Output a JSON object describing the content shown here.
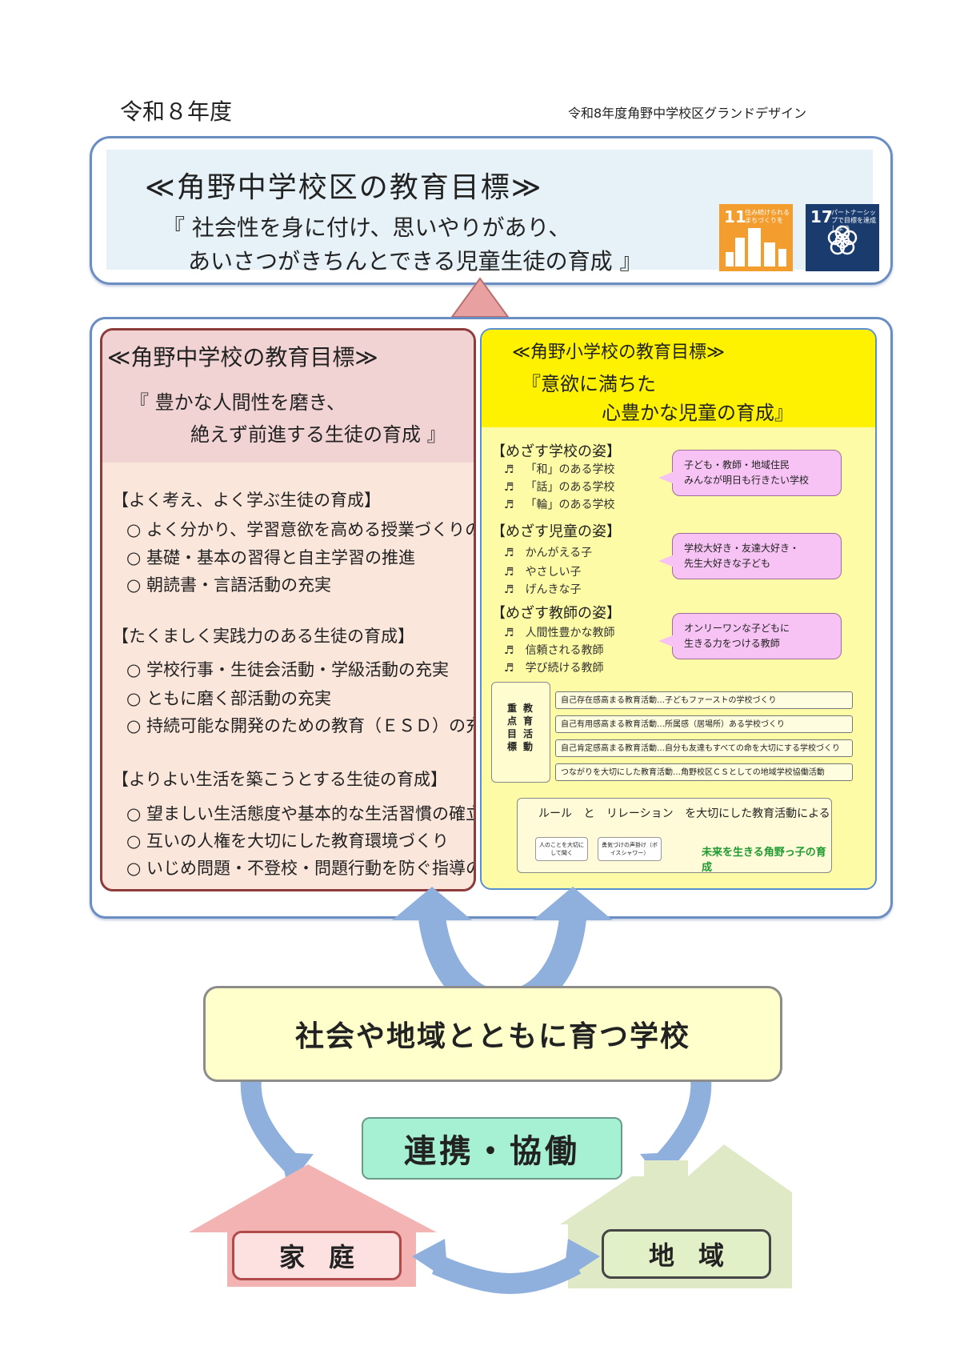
{
  "header": {
    "year": "令和８年度",
    "doc_title": "令和8年度角野中学校区グランドデザイン"
  },
  "district": {
    "title": "≪角野中学校区の教育目標≫",
    "goal_line1": "『 社会性を身に付け、思いやりがあり、",
    "goal_line2": "あいさつがきちんとできる児童生徒の育成 』",
    "sdg11": {
      "number": "11",
      "text": "住み続けられるまちづくりを",
      "color": "#f39d2e"
    },
    "sdg17": {
      "number": "17",
      "text": "パートナーシップで目標を達成しよう",
      "color": "#1a3b6e"
    }
  },
  "jhs": {
    "title": "≪角野中学校の教育目標≫",
    "goal_line1": "『 豊かな人間性を磨き、",
    "goal_line2": "絶えず前進する生徒の育成 』",
    "sections": [
      {
        "heading": "【よく考え、よく学ぶ生徒の育成】",
        "items": [
          "○ よく分かり、学習意欲を高める授業づくりの推進",
          "○ 基礎・基本の習得と自主学習の推進",
          "○ 朝読書・言語活動の充実"
        ]
      },
      {
        "heading": "【たくましく実践力のある生徒の育成】",
        "items": [
          "○ 学校行事・生徒会活動・学級活動の充実",
          "○ ともに磨く部活動の充実",
          "○ 持続可能な開発のための教育（ＥＳＤ）の充実"
        ]
      },
      {
        "heading": "【よりよい生活を築こうとする生徒の育成】",
        "items": [
          "○ 望ましい生活態度や基本的な生活習慣の確立",
          "○ 互いの人権を大切にした教育環境づくり",
          "○ いじめ問題・不登校・問題行動を防ぐ指導の充実"
        ]
      }
    ]
  },
  "es": {
    "title": "≪角野小学校の教育目標≫",
    "goal_line1": "『意欲に満ちた",
    "goal_line2": "心豊かな児童の育成』",
    "sections": [
      {
        "heading": "【めざす学校の姿】",
        "items": [
          "「和」のある学校",
          "「話」のある学校",
          "「輪」のある学校"
        ],
        "bubble": [
          "子ども・教師・地域住民",
          "みんなが明日も行きたい学校"
        ]
      },
      {
        "heading": "【めざす児童の姿】",
        "items": [
          "かんがえる子",
          "やさしい子",
          "げんきな子"
        ],
        "bubble": [
          "学校大好き・友達大好き・",
          "先生大好きな子ども"
        ]
      },
      {
        "heading": "【めざす教師の姿】",
        "items": [
          "人間性豊かな教師",
          "信頼される教師",
          "学び続ける教師"
        ],
        "bubble": [
          "オンリーワンな子どもに",
          "生きる力をつける教師"
        ]
      }
    ],
    "note_glyph": "♬",
    "scroll_cols": [
      "重点目標",
      "教育活動"
    ],
    "focus_items": [
      "自己存在感高まる教育活動…子どもファーストの学校づくり",
      "自己有用感高まる教育活動…所属感（居場所）ある学校づくり",
      "自己肯定感高まる教育活動…自分も友達もすべての命を大切にする学校づくり",
      "つながりを大切にした教育活動…角野校区ＣＳとしての地域学校協働活動"
    ],
    "rule_title": "ルール と リレーション を大切にした教育活動による",
    "rule_box1": "人のことを大切にして聞く",
    "rule_box2": "勇気づけの声掛け（ボイスシャワー）",
    "rule_foot": "未来を生きる角野っ子の育成"
  },
  "bottom": {
    "school": "社会や地域とともに育つ学校",
    "collab": "連携・協働",
    "home": "家庭",
    "region": "地域"
  },
  "colors": {
    "frame_blue": "#6b8ec2",
    "arrow_blue": "#8fb0dc",
    "jhs_border": "#8e3b3b",
    "es_yellow": "#fff200"
  }
}
